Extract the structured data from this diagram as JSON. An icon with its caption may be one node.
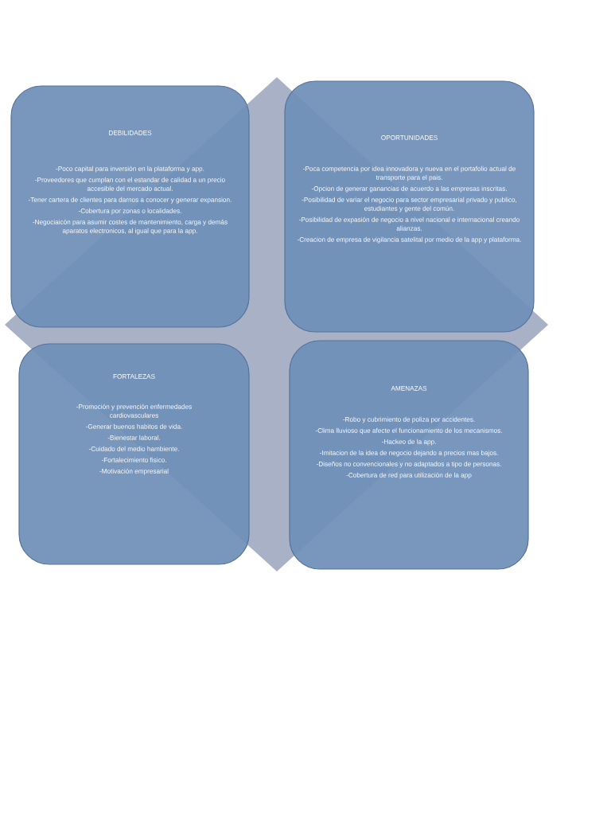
{
  "diagram": {
    "nodes": [
      {
        "text": [
          "DEBILIDADES",
          "-Poco capital para inversión en la plataforma y app.",
          "-Proveedores que cumplan con el estandar de calidad a un precio accesible del mercado actual.",
          "-Tener cartera de clientes para darnos a conocer y generar expansion.",
          "-Cobertura por zonas o localidades.",
          "-Negociaicón para asumir costes de mantenimiento, carga y demás aparatos electronicos, al igual que para la app."
        ]
      },
      {
        "text": [
          "OPORTUNIDADES",
          "-Poca competencia por idea innovadora y nueva en el portafolio actual de transporte para el pais.",
          "-Opcion de generar ganancias de acuerdo a las empresas inscritas.",
          "-Posibilidad de variar el negocio para sector empresarial privado y publico, estudiantes y gente del común.",
          "-Posibilidad de expasión de negocio a nivel nacional e internacional creando alianzas.",
          "-Creacion de empresa de vigilancia satelital por medio de la app y plataforma."
        ]
      },
      {
        "text": [
          "FORTALEZAS",
          "-Promoción y prevención enfermedades cardiovasculares",
          "-Generar buenos habitos de vida.",
          "-Bienestar laboral.",
          "-Cuidado del medio hambiente.",
          "-Fortalecimiento fisico.",
          "-Motivación empresarial"
        ]
      },
      {
        "text": [
          "AMENAZAS",
          "-Robo y cubrimiento de poliza por accidentes.",
          "-Clima lluvioso que afecte el funcionamiento de los mecanismos.",
          "-Hackeo de la app.",
          "-Imitacion de la idea de negocio dejando a precios mas bajos.",
          "-Diseños no convencionales y  no adaptados a tipo de personas.",
          "-Cobertura de red para utilización de la app"
        ]
      }
    ]
  }
}
